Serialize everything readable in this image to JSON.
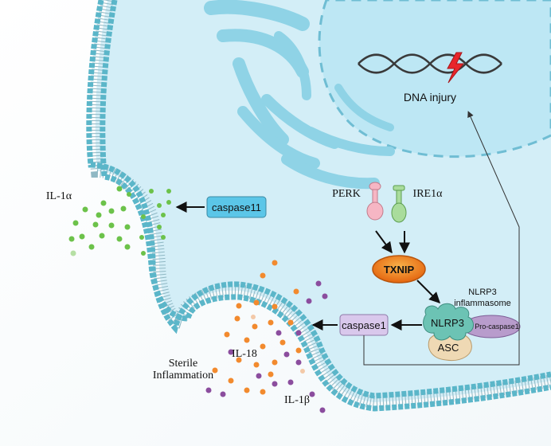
{
  "labels": {
    "dna_injury": "DNA injury",
    "perk": "PERK",
    "ire1a": "IRE1α",
    "txnip": "TXNIP",
    "nlrp3_inflammasome_line1": "NLRP3",
    "nlrp3_inflammasome_line2": "inflammasome",
    "nlrp3": "NLRP3",
    "pro_caspase1": "Pro-caspase1",
    "asc": "ASC",
    "caspase1": "caspase1",
    "caspase11": "caspase11",
    "il1a": "IL-1α",
    "il18": "IL-18",
    "il1b": "IL-1β",
    "sterile_line1": "Sterile",
    "sterile_line2": "Inflammation"
  },
  "colors": {
    "cytoplasm": "#d3eef7",
    "membrane_head": "#5bb6c9",
    "membrane_tail": "#8fb8c4",
    "er": "#8fd3e6",
    "nucleus": "#bde7f4",
    "nucleus_border": "#7cc4d8",
    "dna_strand": "#3a3a3a",
    "lightning": "#e8262b",
    "green_dot": "#6cc24a",
    "orange_dot": "#f28a2e",
    "purple_dot": "#8b4d9e",
    "caspase11_fill": "#5bc6e8",
    "caspase1_fill": "#d9c8ec",
    "txnip_fill": "#f28a1a",
    "nlrp3_fill": "#6cc3b4",
    "asc_fill": "#efd9b4",
    "pro_caspase1_fill": "#b89ccc",
    "perk_fill": "#f6b6c4",
    "ire1a_fill": "#a9dc9c"
  }
}
